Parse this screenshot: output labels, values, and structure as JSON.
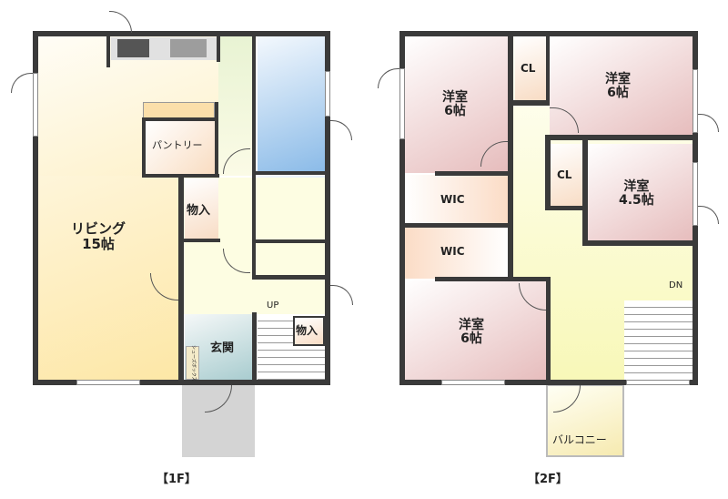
{
  "floor1": {
    "caption": "【1F】",
    "rooms": {
      "living": "リビング",
      "living_size": "15帖",
      "pantry": "パントリー",
      "storage1": "物入",
      "storage2": "物入",
      "entrance": "玄関",
      "shoebox": "シューズボックス",
      "up": "UP"
    }
  },
  "floor2": {
    "caption": "【2F】",
    "rooms": {
      "west_room": "洋室",
      "west_room_size": "6帖",
      "ne_room": "洋室",
      "ne_room_size": "6帖",
      "e_room": "洋室",
      "e_room_size": "4.5帖",
      "sw_room": "洋室",
      "sw_room_size": "6帖",
      "cl1": "CL",
      "cl2": "CL",
      "wic1": "WIC",
      "wic2": "WIC",
      "balcony": "バルコニー",
      "dn": "DN"
    }
  }
}
